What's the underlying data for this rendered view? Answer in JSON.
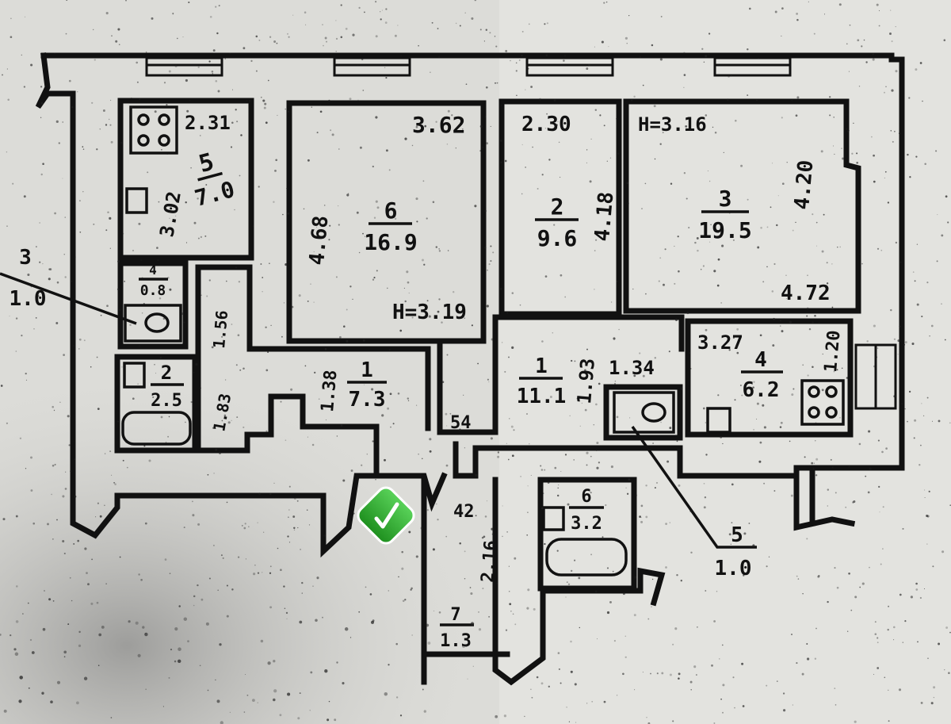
{
  "plan": {
    "rooms": [
      {
        "id": "r5",
        "name": "5",
        "area": "7.0"
      },
      {
        "id": "r6",
        "name": "6",
        "area": "16.9"
      },
      {
        "id": "r2",
        "name": "2",
        "area": "9.6"
      },
      {
        "id": "r3",
        "name": "3",
        "area": "19.5"
      },
      {
        "id": "r4",
        "name": "4",
        "area": "6.2"
      },
      {
        "id": "r1l",
        "name": "1",
        "area": "7.3"
      },
      {
        "id": "r1r",
        "name": "1",
        "area": "11.1"
      },
      {
        "id": "r2l",
        "name": "2",
        "area": "2.5"
      },
      {
        "id": "r3l",
        "name": "3",
        "area": "1.0"
      },
      {
        "id": "r4l",
        "name": "4",
        "area": "0.8"
      },
      {
        "id": "r5r",
        "name": "5",
        "area": "1.0"
      },
      {
        "id": "r6b",
        "name": "6",
        "area": "3.2"
      },
      {
        "id": "r7",
        "name": "7",
        "area": "1.3"
      }
    ],
    "dimensions": {
      "d_231": "2.31",
      "d_302": "3.02",
      "d_362": "3.62",
      "d_468": "4.68",
      "d_h319": "H=3.19",
      "d_230": "2.30",
      "d_418": "4.18",
      "d_h316": "H=3.16",
      "d_420": "4.20",
      "d_472": "4.72",
      "d_327": "3.27",
      "d_120": "1.20",
      "d_193": "1.93",
      "d_134": "1.34",
      "d_138": "1.38",
      "d_156": "1.56",
      "d_183": "1.83",
      "d_54": "54",
      "d_42": "42",
      "d_216": "2.16"
    }
  },
  "badge": {
    "icon": "checkmark-icon",
    "color": "#2eaa2e"
  }
}
